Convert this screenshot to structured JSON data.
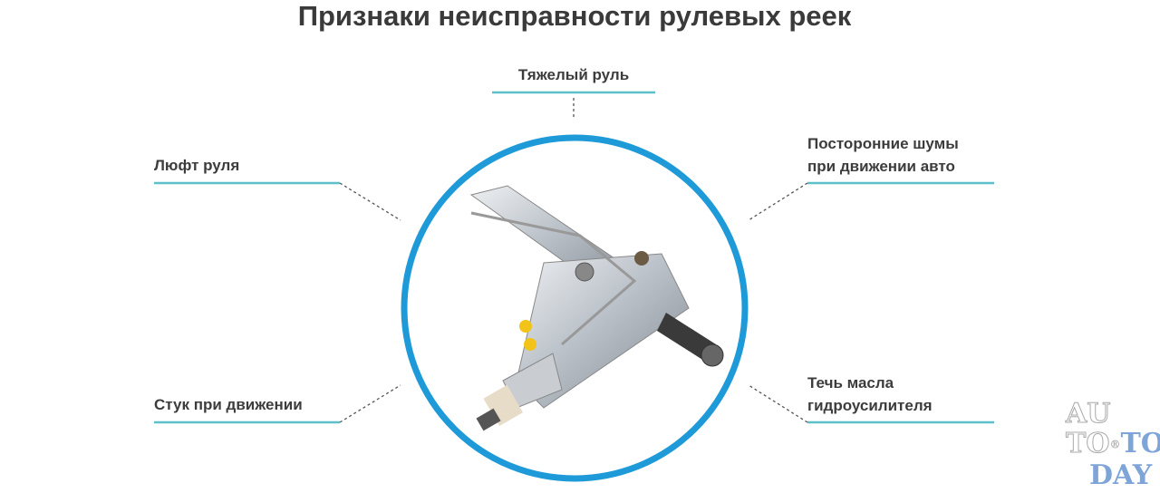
{
  "title": "Признаки неисправности рулевых реек",
  "labels": {
    "top": "Тяжелый руль",
    "left_top": "Люфт руля",
    "right_top_1": "Посторонние шумы",
    "right_top_2": "при движении авто",
    "left_bottom": "Стук при движении",
    "right_bottom_1": "Течь масла",
    "right_bottom_2": "гидроусилителя"
  },
  "logo": {
    "line1": "AU",
    "line2a": "TO",
    "mark": "®",
    "line2b": "TO",
    "line3": "DAY"
  },
  "colors": {
    "circle": "#1e9ad8",
    "underline": "#5cbfca",
    "text": "#3c3c3c",
    "logo": "#7ea4d8"
  }
}
